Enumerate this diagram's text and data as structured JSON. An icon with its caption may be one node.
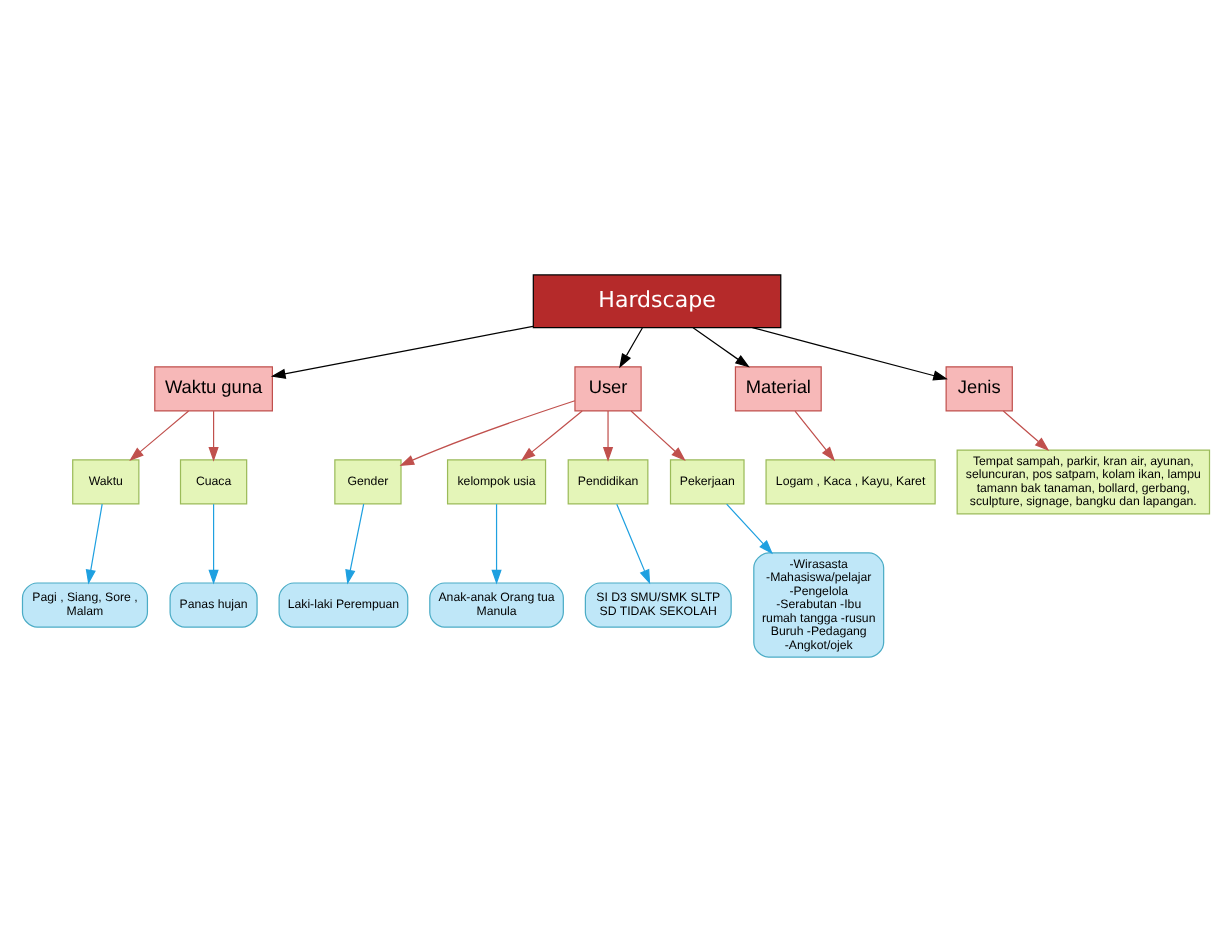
{
  "diagram": {
    "nodes": [
      {
        "text": [
          "Hardscape"
        ]
      },
      {
        "text": [
          "Waktu guna"
        ]
      },
      {
        "text": [
          "User"
        ]
      },
      {
        "text": [
          "Material"
        ]
      },
      {
        "text": [
          "Jenis"
        ]
      },
      {
        "text": [
          "Waktu"
        ]
      },
      {
        "text": [
          "Cuaca"
        ]
      },
      {
        "text": [
          "Gender"
        ]
      },
      {
        "text": [
          "kelompok usia"
        ]
      },
      {
        "text": [
          "Pendidikan"
        ]
      },
      {
        "text": [
          "Pekerjaan"
        ]
      },
      {
        "text": [
          "Logam , Kaca , Kayu, Karet"
        ]
      },
      {
        "text": [
          "Tempat sampah, parkir, kran air, ayunan, seluncuran, pos satpam, kolam ikan, lampu tamann bak tanaman, bollard, gerbang, sculpture, signage, bangku dan lapangan."
        ]
      },
      {
        "text": [
          "Pagi , Siang, Sore , Malam"
        ]
      },
      {
        "text": [
          "Panas hujan"
        ]
      },
      {
        "text": [
          "Laki-laki Perempuan"
        ]
      },
      {
        "text": [
          "Anak-anak Orang tua Manula"
        ]
      },
      {
        "text": [
          "SI D3 SMU/SMK SLTP SD TIDAK SEKOLAH"
        ]
      },
      {
        "text": [
          "-Wirasasta -Mahasiswa/pelajar -Pengelola -Serabutan -Ibu rumah tangga -rusun Buruh -Pedagang -Angkot/ojek"
        ]
      }
    ],
    "edges": [
      {
        "from": 0,
        "to": 1,
        "arrow": "to",
        "color": "#000000"
      },
      {
        "from": 0,
        "to": 2,
        "arrow": "to",
        "color": "#000000"
      },
      {
        "from": 0,
        "to": 3,
        "arrow": "to",
        "color": "#000000"
      },
      {
        "from": 0,
        "to": 4,
        "arrow": "to",
        "color": "#000000"
      },
      {
        "from": 1,
        "to": 5,
        "arrow": "to"
      },
      {
        "from": 1,
        "to": 6,
        "arrow": "to"
      },
      {
        "from": 2,
        "to": 7,
        "arrow": "to"
      },
      {
        "from": 2,
        "to": 8,
        "arrow": "to"
      },
      {
        "from": 2,
        "to": 9,
        "arrow": "to"
      },
      {
        "from": 2,
        "to": 10,
        "arrow": "to"
      },
      {
        "from": 3,
        "to": 11,
        "arrow": "to"
      },
      {
        "from": 4,
        "to": 12,
        "arrow": "to"
      },
      {
        "from": 5,
        "to": 13,
        "arrow": "to",
        "color": "#1fa0e0"
      },
      {
        "from": 6,
        "to": 14,
        "arrow": "to",
        "color": "#1fa0e0"
      },
      {
        "from": 7,
        "to": 15,
        "arrow": "to",
        "color": "#1fa0e0"
      },
      {
        "from": 8,
        "to": 16,
        "arrow": "to",
        "color": "#1fa0e0"
      },
      {
        "from": 9,
        "to": 17,
        "arrow": "to",
        "color": "#1fa0e0"
      },
      {
        "from": 10,
        "to": 18,
        "arrow": "to",
        "color": "#1fa0e0"
      }
    ]
  }
}
